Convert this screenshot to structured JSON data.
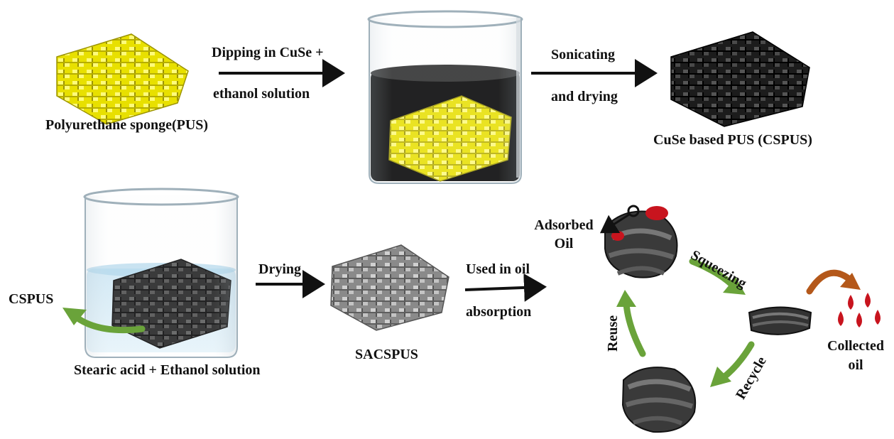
{
  "colors": {
    "sponge_yellow": "#e8e000",
    "sponge_black": "#1c1c1c",
    "sponge_gray": "#8a8a8a",
    "arrow_green": "#6aa33a",
    "arrow_orange": "#b4581a",
    "oil_red": "#c8141e",
    "text": "#111111"
  },
  "step1": {
    "sponge_label": "Polyurethane sponge(PUS)",
    "arrow_label_top": "Dipping in CuSe +",
    "arrow_label_bottom": "ethanol solution"
  },
  "step2": {
    "arrow_label_top": "Sonicating",
    "arrow_label_bottom": "and drying",
    "product_label": "CuSe based PUS (CSPUS)"
  },
  "step3": {
    "beaker_label": "Stearic acid + Ethanol solution",
    "input_label": "CSPUS",
    "arrow_label": "Drying",
    "product_label": "SACSPUS"
  },
  "step4": {
    "arrow_label_top": "Used in oil",
    "arrow_label_bottom": "absorption"
  },
  "cycle": {
    "adsorbed_label_1": "Adsorbed",
    "adsorbed_label_2": "Oil",
    "squeezing_label": "Squeezing",
    "recycle_label": "Recycle",
    "reuse_label": "Reuse",
    "collected_label_1": "Collected",
    "collected_label_2": "oil"
  }
}
